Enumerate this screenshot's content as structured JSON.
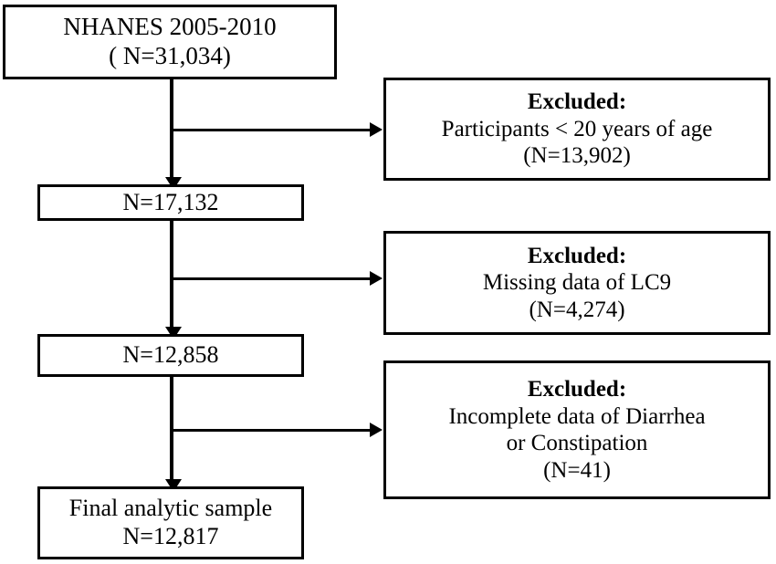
{
  "figure": {
    "type": "flowchart",
    "title": "NHANES participant selection flow diagram",
    "line_color": "#000000",
    "box_fill": "#ffffff"
  },
  "flow": {
    "source": {
      "line1": "NHANES 2005-2010",
      "line2": "( N=31,034)"
    },
    "after_age": {
      "line1": "N=17,132"
    },
    "after_lc9": {
      "line1": "N=12,858"
    },
    "final": {
      "line1": "Final analytic sample",
      "line2": "N=12,817"
    }
  },
  "exclusions": [
    {
      "title": "Excluded:",
      "reason": "Participants < 20 years of age",
      "count": "(N=13,902)"
    },
    {
      "title": "Excluded:",
      "reason": "Missing data of LC9",
      "count": "(N=4,274)"
    },
    {
      "title": "Excluded:",
      "reason_line1": "Incomplete data of Diarrhea",
      "reason_line2": "or Constipation",
      "count": "(N=41)"
    }
  ]
}
